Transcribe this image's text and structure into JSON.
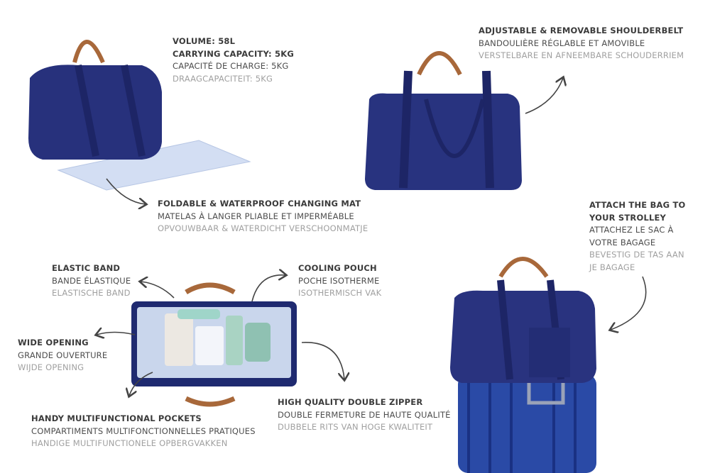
{
  "volume": {
    "lines": [
      "VOLUME: 58L",
      "CARRYING CAPACITY: 5KG",
      "CAPACITÉ DE CHARGE: 5KG",
      "DRAAGCAPACITEIT: 5KG"
    ]
  },
  "shoulderbelt": {
    "lines": [
      "ADJUSTABLE & REMOVABLE SHOULDERBELT",
      "BANDOULIÈRE RÉGLABLE ET AMOVIBLE",
      "VERSTELBARE EN AFNEEMBARE SCHOUDERRIEM"
    ]
  },
  "changing_mat": {
    "lines": [
      "FOLDABLE & WATERPROOF CHANGING MAT",
      "MATELAS À LANGER PLIABLE ET IMPERMÉABLE",
      "OPVOUWBAAR & WATERDICHT VERSCHOONMATJE"
    ]
  },
  "strolley": {
    "lines": [
      "ATTACH THE BAG TO",
      "YOUR STROLLEY",
      "ATTACHEZ LE SAC À",
      "VOTRE BAGAGE",
      "BEVESTIG DE TAS AAN",
      "JE BAGAGE"
    ]
  },
  "elastic_band": {
    "lines": [
      "ELASTIC BAND",
      "BANDE ÉLASTIQUE",
      "ELASTISCHE BAND"
    ]
  },
  "cooling_pouch": {
    "lines": [
      "COOLING POUCH",
      "POCHE ISOTHERME",
      "ISOTHERMISCH VAK"
    ]
  },
  "wide_opening": {
    "lines": [
      "WIDE OPENING",
      "GRANDE OUVERTURE",
      "WIJDE OPENING"
    ]
  },
  "pockets": {
    "lines": [
      "HANDY MULTIFUNCTIONAL POCKETS",
      "COMPARTIMENTS MULTIFONCTIONNELLES PRATIQUES",
      "HANDIGE MULTIFUNCTIONELE OPBERGVAKKEN"
    ]
  },
  "zipper": {
    "lines": [
      "HIGH QUALITY DOUBLE ZIPPER",
      "DOUBLE FERMETURE DE HAUTE QUALITÉ",
      "DUBBELE RITS VAN HOGE KWALITEIT"
    ]
  },
  "colors": {
    "navy": "#26307a",
    "leather": "#a8683a",
    "lining": "#c9d6ec",
    "text_dark": "#3b3b3b",
    "text_light": "#a0a0a0"
  }
}
